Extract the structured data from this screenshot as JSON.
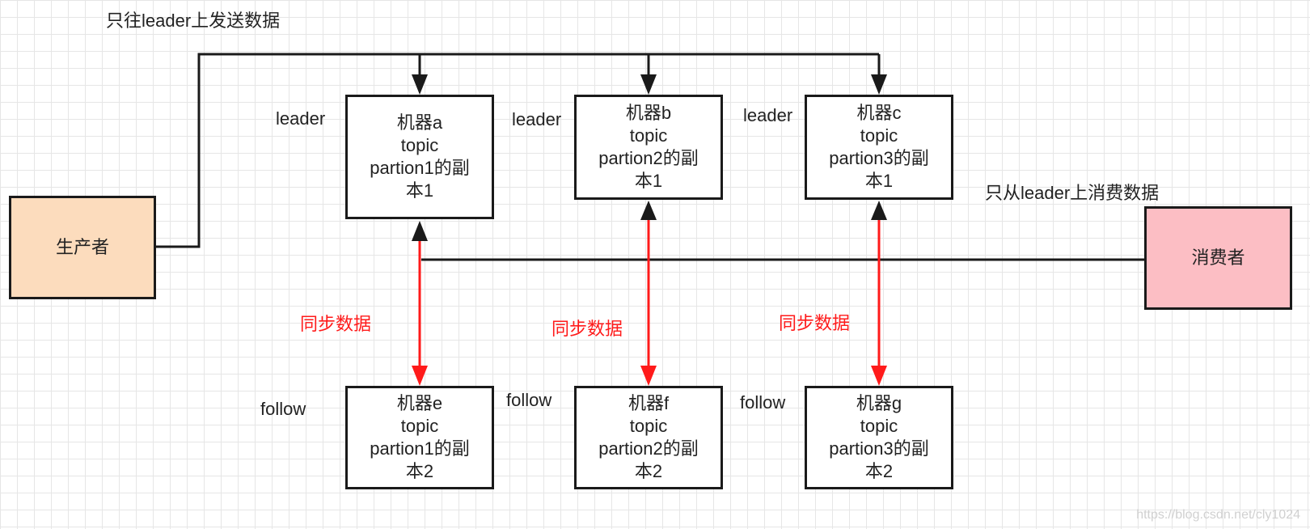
{
  "captions": {
    "producer_note": "只往leader上发送数据",
    "consumer_note": "只从leader上消费数据"
  },
  "producer": {
    "label": "生产者",
    "color": "#fcdcbd"
  },
  "consumer": {
    "label": "消费者",
    "color": "#fcbec4"
  },
  "leaders": [
    {
      "role": "leader",
      "lines": [
        "机器a",
        "topic",
        "partion1的副",
        "本1"
      ]
    },
    {
      "role": "leader",
      "lines": [
        "机器b",
        "topic",
        "partion2的副",
        "本1"
      ]
    },
    {
      "role": "leader",
      "lines": [
        "机器c",
        "topic",
        "partion3的副",
        "本1"
      ]
    }
  ],
  "followers": [
    {
      "role": "follow",
      "lines": [
        "机器e",
        "topic",
        "partion1的副",
        "本2"
      ]
    },
    {
      "role": "follow",
      "lines": [
        "机器f",
        "topic",
        "partion2的副",
        "本2"
      ]
    },
    {
      "role": "follow",
      "lines": [
        "机器g",
        "topic",
        "partion3的副",
        "本2"
      ]
    }
  ],
  "sync_labels": [
    "同步数据",
    "同步数据",
    "同步数据"
  ],
  "colors": {
    "line": "#1a1a1a",
    "sync_arrow": "#ff1a1a"
  },
  "watermark": "https://blog.csdn.net/cly1024"
}
